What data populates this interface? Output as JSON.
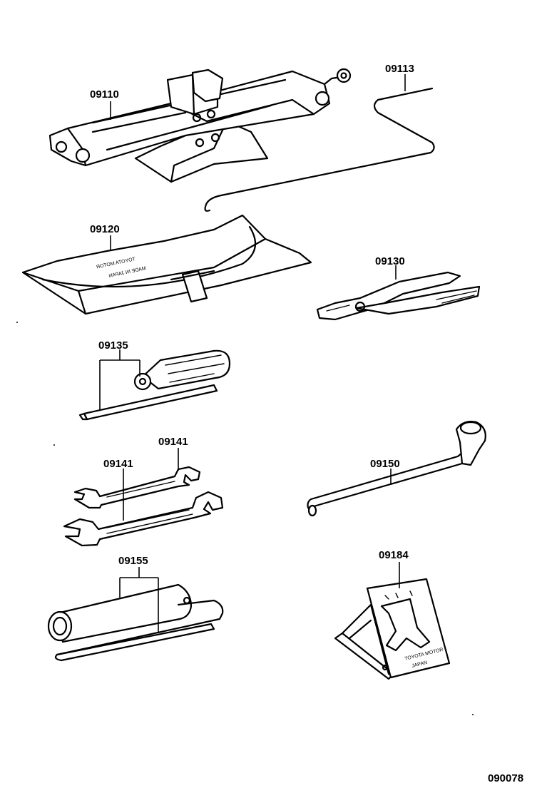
{
  "parts": {
    "jack": "09110",
    "jack_handle": "09113",
    "tool_bag": "09120",
    "pliers": "09130",
    "screwdriver": "09135",
    "wrench_small": "09141",
    "wrench_large": "09141",
    "lug_wrench": "09150",
    "spark_plug_wrench": "09155",
    "wheel_chock": "09184"
  },
  "bag_imprint": [
    "TOYOTA MOTOR",
    "MADE IN JAPAN"
  ],
  "chock_imprint": [
    "TOYOTA MOTOR",
    "JAPAN"
  ],
  "figure_code": "090078"
}
